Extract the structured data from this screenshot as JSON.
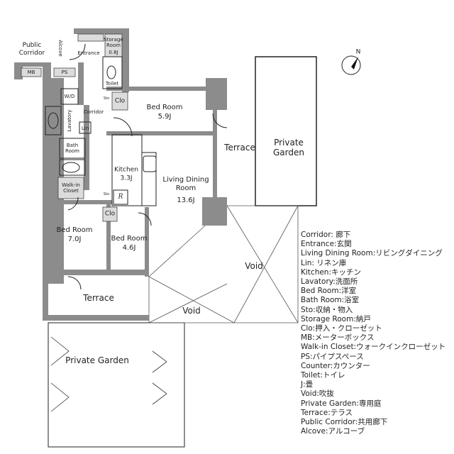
{
  "rooms": {
    "public_corridor": "Public\nCorridor",
    "alcove": "Alcove",
    "entrance": "Entrance",
    "storage_room": "Storage\nRoom",
    "storage_size": "0.8J",
    "toilet": "Toilet",
    "mb": "MB",
    "ps": "PS",
    "wd": "W/D",
    "corridor": "Corridor",
    "lavatory": "Lavatory",
    "lin": "Lin",
    "bath_room": "Bath\nRoom",
    "walkin_closet": "Walk-in\nCloset",
    "sto_1": "Sto",
    "sto_2": "Sto",
    "clo_1": "Clo",
    "clo_2": "Clo",
    "bedroom_1": "Bed Room",
    "bedroom_1_size": "5.9J",
    "kitchen": "Kitchen",
    "kitchen_size": "3.3J",
    "fridge": "R",
    "living": "Living Dining\nRoom",
    "living_size": "13.6J",
    "bedroom_2": "Bed Room",
    "bedroom_2_size": "7.0J",
    "bedroom_3": "Bed Room",
    "bedroom_3_size": "4.6J",
    "terrace_1": "Terrace",
    "terrace_2": "Terrace",
    "garden_1": "Private\nGarden",
    "garden_2": "Private Garden",
    "void_1": "Void",
    "void_2": "Void"
  },
  "compass_label": "N",
  "legend": [
    "Corridor: 廊下",
    "Entrance:玄関",
    "Living Dining Room:リビングダイニング",
    "Lin: リネン庫",
    "Kitchen:キッチン",
    "Lavatory:洗面所",
    "Bed Room:洋室",
    "Bath Room:浴室",
    "Sto:収納・物入",
    "Storage Room:納戸",
    "Clo:押入・クローゼット",
    "MB:メーターボックス",
    "Walk-in Closet:ウォークインクローゼット",
    "PS:パイプスペース",
    "Counter:カウンター",
    "Toilet:トイレ",
    "J:畳",
    "Void:吹抜",
    "Private Garden:専用庭",
    "Terrace:テラス",
    "Public Corridor:共用廊下",
    "Alcove:アルコーブ"
  ],
  "colors": {
    "wall": "#8c8c8c",
    "storage": "#dcdcdc",
    "line": "#222222"
  }
}
